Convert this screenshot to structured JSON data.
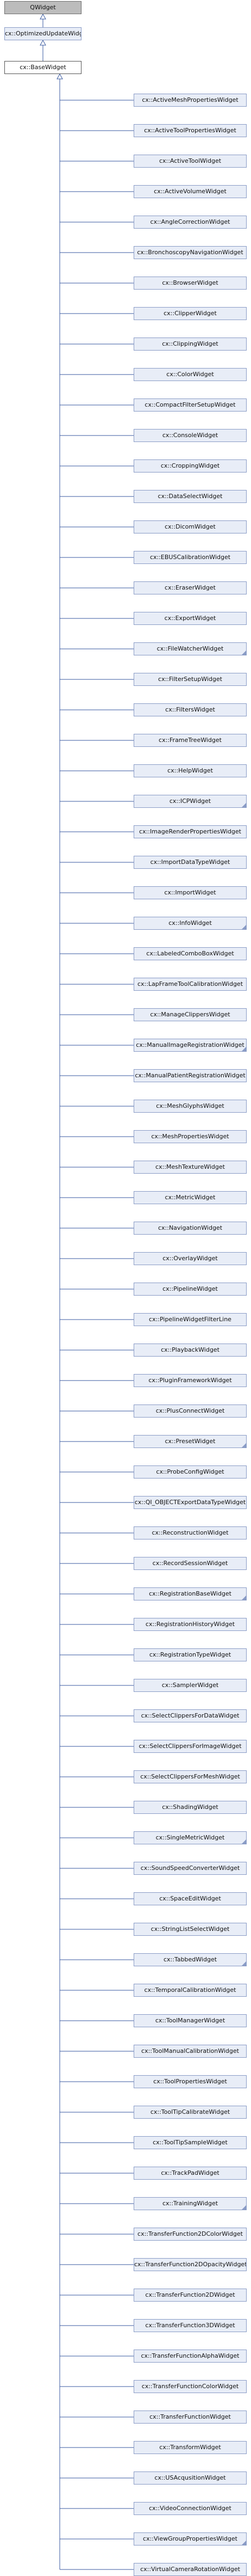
{
  "diagram": {
    "root": "QWidget",
    "intermediate": "cx::OptimizedUpdateWidget",
    "base": "cx::BaseWidget",
    "children": [
      {
        "label": "cx::ActiveMeshPropertiesWidget",
        "folded": false
      },
      {
        "label": "cx::ActiveToolPropertiesWidget",
        "folded": false
      },
      {
        "label": "cx::ActiveToolWidget",
        "folded": false
      },
      {
        "label": "cx::ActiveVolumeWidget",
        "folded": false
      },
      {
        "label": "cx::AngleCorrectionWidget",
        "folded": false
      },
      {
        "label": "cx::BronchoscopyNavigationWidget",
        "folded": false
      },
      {
        "label": "cx::BrowserWidget",
        "folded": false
      },
      {
        "label": "cx::ClipperWidget",
        "folded": false
      },
      {
        "label": "cx::ClippingWidget",
        "folded": false
      },
      {
        "label": "cx::ColorWidget",
        "folded": false
      },
      {
        "label": "cx::CompactFilterSetupWidget",
        "folded": false
      },
      {
        "label": "cx::ConsoleWidget",
        "folded": false
      },
      {
        "label": "cx::CroppingWidget",
        "folded": false
      },
      {
        "label": "cx::DataSelectWidget",
        "folded": false
      },
      {
        "label": "cx::DicomWidget",
        "folded": false
      },
      {
        "label": "cx::EBUSCalibrationWidget",
        "folded": false
      },
      {
        "label": "cx::EraserWidget",
        "folded": false
      },
      {
        "label": "cx::ExportWidget",
        "folded": false
      },
      {
        "label": "cx::FileWatcherWidget",
        "folded": true
      },
      {
        "label": "cx::FilterSetupWidget",
        "folded": false
      },
      {
        "label": "cx::FiltersWidget",
        "folded": false
      },
      {
        "label": "cx::FrameTreeWidget",
        "folded": false
      },
      {
        "label": "cx::HelpWidget",
        "folded": false
      },
      {
        "label": "cx::ICPWidget",
        "folded": true
      },
      {
        "label": "cx::ImageRenderPropertiesWidget",
        "folded": false
      },
      {
        "label": "cx::ImportDataTypeWidget",
        "folded": false
      },
      {
        "label": "cx::ImportWidget",
        "folded": false
      },
      {
        "label": "cx::InfoWidget",
        "folded": true
      },
      {
        "label": "cx::LabeledComboBoxWidget",
        "folded": false
      },
      {
        "label": "cx::LapFrameToolCalibrationWidget",
        "folded": false
      },
      {
        "label": "cx::ManageClippersWidget",
        "folded": false
      },
      {
        "label": "cx::ManualImageRegistrationWidget",
        "folded": true
      },
      {
        "label": "cx::ManualPatientRegistrationWidget",
        "folded": false
      },
      {
        "label": "cx::MeshGlyphsWidget",
        "folded": false
      },
      {
        "label": "cx::MeshPropertiesWidget",
        "folded": false
      },
      {
        "label": "cx::MeshTextureWidget",
        "folded": false
      },
      {
        "label": "cx::MetricWidget",
        "folded": false
      },
      {
        "label": "cx::NavigationWidget",
        "folded": false
      },
      {
        "label": "cx::OverlayWidget",
        "folded": false
      },
      {
        "label": "cx::PipelineWidget",
        "folded": false
      },
      {
        "label": "cx::PipelineWidgetFilterLine",
        "folded": false
      },
      {
        "label": "cx::PlaybackWidget",
        "folded": false
      },
      {
        "label": "cx::PluginFrameworkWidget",
        "folded": false
      },
      {
        "label": "cx::PlusConnectWidget",
        "folded": false
      },
      {
        "label": "cx::PresetWidget",
        "folded": true
      },
      {
        "label": "cx::ProbeConfigWidget",
        "folded": false
      },
      {
        "label": "cx::QI_OBJECTExportDataTypeWidget",
        "folded": false
      },
      {
        "label": "cx::ReconstructionWidget",
        "folded": false
      },
      {
        "label": "cx::RecordSessionWidget",
        "folded": false
      },
      {
        "label": "cx::RegistrationBaseWidget",
        "folded": true
      },
      {
        "label": "cx::RegistrationHistoryWidget",
        "folded": false
      },
      {
        "label": "cx::RegistrationTypeWidget",
        "folded": false
      },
      {
        "label": "cx::SamplerWidget",
        "folded": false
      },
      {
        "label": "cx::SelectClippersForDataWidget",
        "folded": false
      },
      {
        "label": "cx::SelectClippersForImageWidget",
        "folded": false
      },
      {
        "label": "cx::SelectClippersForMeshWidget",
        "folded": false
      },
      {
        "label": "cx::ShadingWidget",
        "folded": false
      },
      {
        "label": "cx::SingleMetricWidget",
        "folded": true
      },
      {
        "label": "cx::SoundSpeedConverterWidget",
        "folded": false
      },
      {
        "label": "cx::SpaceEditWidget",
        "folded": false
      },
      {
        "label": "cx::StringListSelectWidget",
        "folded": false
      },
      {
        "label": "cx::TabbedWidget",
        "folded": true
      },
      {
        "label": "cx::TemporalCalibrationWidget",
        "folded": false
      },
      {
        "label": "cx::ToolManagerWidget",
        "folded": false
      },
      {
        "label": "cx::ToolManualCalibrationWidget",
        "folded": false
      },
      {
        "label": "cx::ToolPropertiesWidget",
        "folded": false
      },
      {
        "label": "cx::ToolTipCalibrateWidget",
        "folded": false
      },
      {
        "label": "cx::ToolTipSampleWidget",
        "folded": false
      },
      {
        "label": "cx::TrackPadWidget",
        "folded": false
      },
      {
        "label": "cx::TrainingWidget",
        "folded": true
      },
      {
        "label": "cx::TransferFunction2DColorWidget",
        "folded": false
      },
      {
        "label": "cx::TransferFunction2DOpacityWidget",
        "folded": false
      },
      {
        "label": "cx::TransferFunction2DWidget",
        "folded": false
      },
      {
        "label": "cx::TransferFunction3DWidget",
        "folded": false
      },
      {
        "label": "cx::TransferFunctionAlphaWidget",
        "folded": false
      },
      {
        "label": "cx::TransferFunctionColorWidget",
        "folded": false
      },
      {
        "label": "cx::TransferFunctionWidget",
        "folded": false
      },
      {
        "label": "cx::TransformWidget",
        "folded": false
      },
      {
        "label": "cx::USAcqusitionWidget",
        "folded": false
      },
      {
        "label": "cx::VideoConnectionWidget",
        "folded": false
      },
      {
        "label": "cx::ViewGroupPropertiesWidget",
        "folded": true
      },
      {
        "label": "cx::VirtualCameraRotationWidget",
        "folded": false
      }
    ]
  }
}
